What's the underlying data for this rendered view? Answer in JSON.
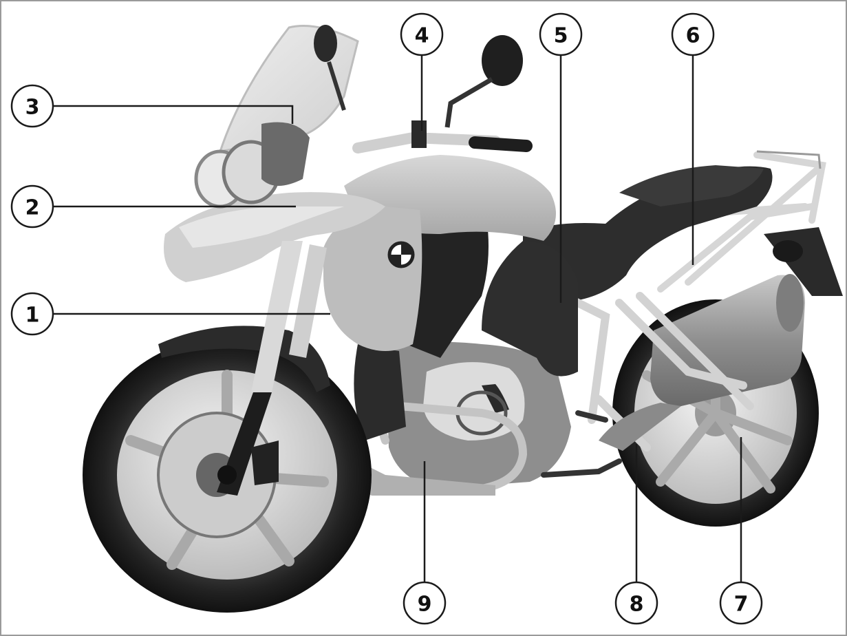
{
  "figure": {
    "border_color": "#9a9a9a",
    "background": "#ffffff",
    "callouts": [
      {
        "id": "1",
        "label": "1"
      },
      {
        "id": "2",
        "label": "2"
      },
      {
        "id": "3",
        "label": "3"
      },
      {
        "id": "4",
        "label": "4"
      },
      {
        "id": "5",
        "label": "5"
      },
      {
        "id": "6",
        "label": "6"
      },
      {
        "id": "7",
        "label": "7"
      },
      {
        "id": "8",
        "label": "8"
      },
      {
        "id": "9",
        "label": "9"
      }
    ]
  }
}
